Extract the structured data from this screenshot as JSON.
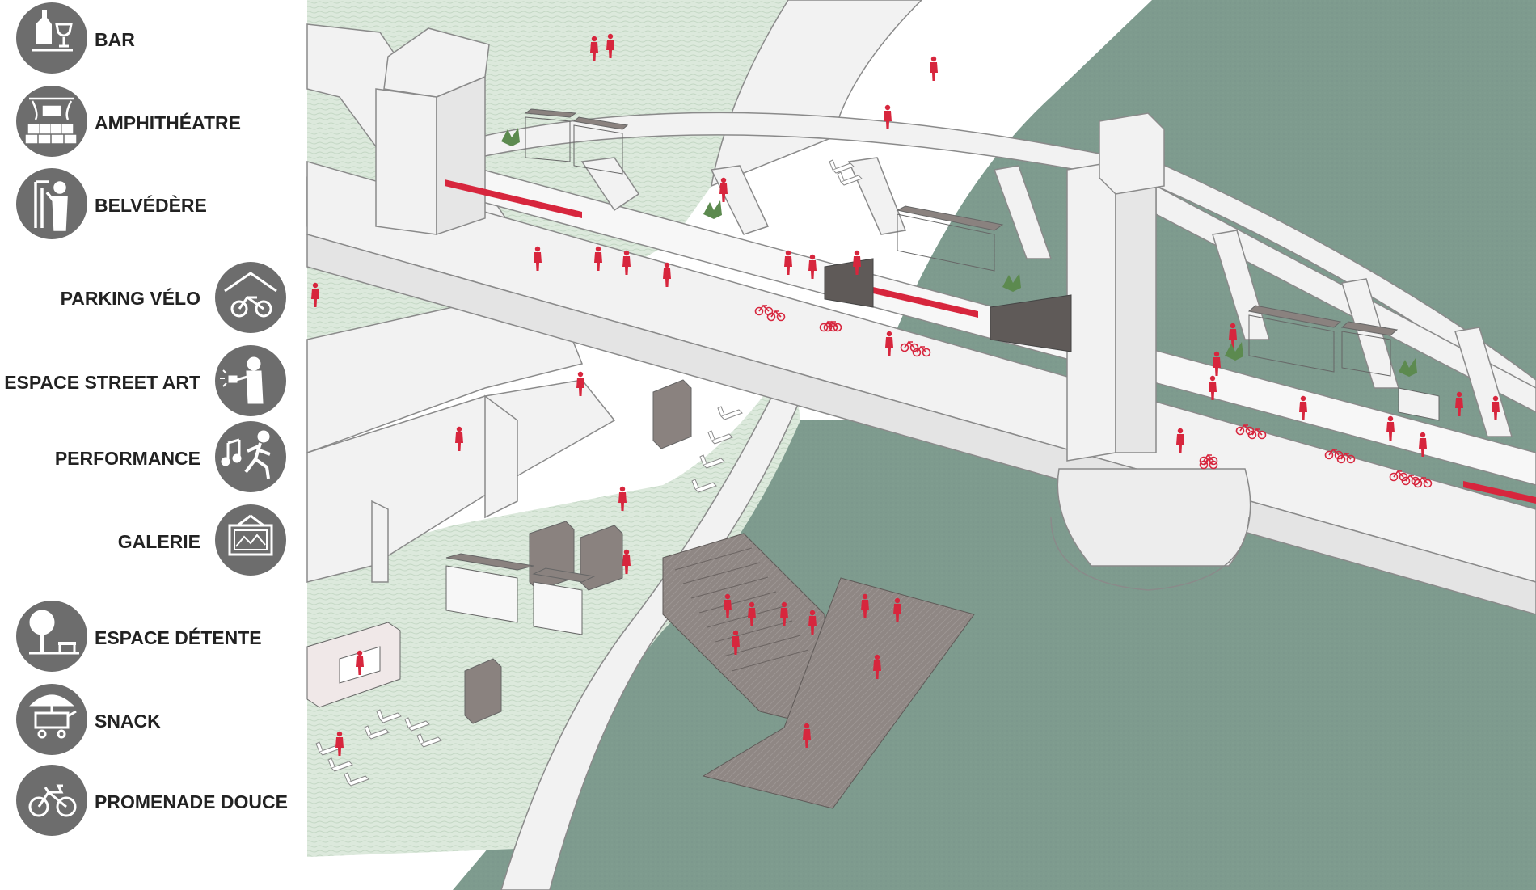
{
  "colors": {
    "water": "#7e9b8e",
    "bank_grass": "#dce9dc",
    "structure": "#f2f2f2",
    "structure_line": "#8a8a8a",
    "accent_red": "#d7263d",
    "deck_wood": "#8f8784",
    "pavilion": "#8a827f",
    "icon_circle": "#6d6d6d",
    "label_text": "#222222"
  },
  "legend": {
    "top_group": [
      {
        "label": "BAR",
        "icon": "bar-icon"
      },
      {
        "label": "AMPHITHÉATRE",
        "icon": "amphitheatre-icon"
      },
      {
        "label": "BELVÉDÈRE",
        "icon": "belvedere-icon"
      }
    ],
    "middle_group": [
      {
        "label": "PARKING VÉLO",
        "icon": "bike-parking-icon"
      },
      {
        "label": "ESPACE STREET ART",
        "icon": "street-art-icon"
      },
      {
        "label": "PERFORMANCE",
        "icon": "performance-icon"
      },
      {
        "label": "GALERIE",
        "icon": "gallery-icon"
      }
    ],
    "bottom_group": [
      {
        "label": "ESPACE DÉTENTE",
        "icon": "relaxation-icon"
      },
      {
        "label": "SNACK",
        "icon": "snack-icon"
      },
      {
        "label": "PROMENADE DOUCE",
        "icon": "bicycle-icon"
      }
    ]
  }
}
